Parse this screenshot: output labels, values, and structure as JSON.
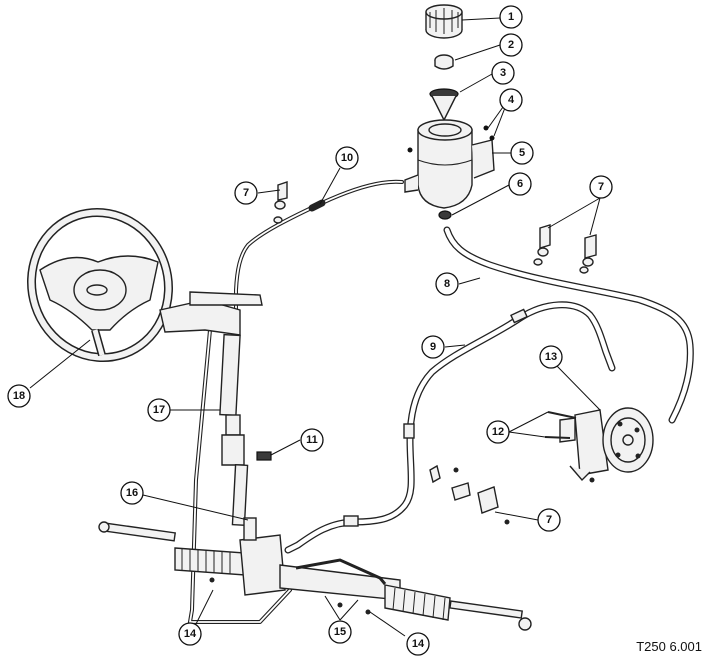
{
  "diagram": {
    "ref_code": "T250 6.001",
    "callouts": [
      {
        "id": "c1",
        "label": "1"
      },
      {
        "id": "c2",
        "label": "2"
      },
      {
        "id": "c3",
        "label": "3"
      },
      {
        "id": "c4",
        "label": "4"
      },
      {
        "id": "c5",
        "label": "5"
      },
      {
        "id": "c6",
        "label": "6"
      },
      {
        "id": "c7a",
        "label": "7"
      },
      {
        "id": "c7b",
        "label": "7"
      },
      {
        "id": "c7c",
        "label": "7"
      },
      {
        "id": "c8",
        "label": "8"
      },
      {
        "id": "c9",
        "label": "9"
      },
      {
        "id": "c10",
        "label": "10"
      },
      {
        "id": "c11",
        "label": "11"
      },
      {
        "id": "c12",
        "label": "12"
      },
      {
        "id": "c13",
        "label": "13"
      },
      {
        "id": "c14a",
        "label": "14"
      },
      {
        "id": "c14b",
        "label": "14"
      },
      {
        "id": "c15",
        "label": "15"
      },
      {
        "id": "c16",
        "label": "16"
      },
      {
        "id": "c17",
        "label": "17"
      },
      {
        "id": "c18",
        "label": "18"
      }
    ]
  }
}
